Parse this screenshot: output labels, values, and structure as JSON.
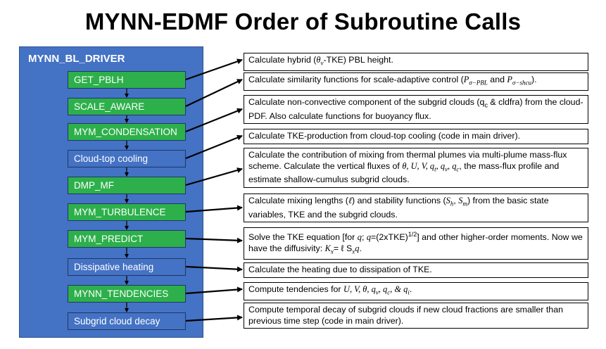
{
  "title": "MYNN-EDMF Order of Subroutine Calls",
  "driver_label": "MYNN_BL_DRIVER",
  "steps": [
    {
      "label": "GET_PBLH",
      "type": "green"
    },
    {
      "label": "SCALE_AWARE",
      "type": "green"
    },
    {
      "label": "MYM_CONDENSATION",
      "type": "green"
    },
    {
      "label": "Cloud-top cooling",
      "type": "blue"
    },
    {
      "label": "DMP_MF",
      "type": "green"
    },
    {
      "label": "MYM_TURBULENCE",
      "type": "green"
    },
    {
      "label": "MYM_PREDICT",
      "type": "green"
    },
    {
      "label": "Dissipative heating",
      "type": "blue"
    },
    {
      "label": "MYNN_TENDENCIES",
      "type": "green"
    },
    {
      "label": "Subgrid cloud decay",
      "type": "blue"
    }
  ],
  "descriptions": {
    "d0": {
      "a": "Calculate hybrid (",
      "theta": "θ",
      "v": "v",
      "b": "-TKE) PBL height."
    },
    "d1": {
      "a": "Calculate similarity functions for scale-adaptive control (",
      "p1": "P",
      "s1": "σ−PBL",
      "mid": " and ",
      "p2": "P",
      "s2": "σ−shcu",
      "b": ")."
    },
    "d2": {
      "a": "Calculate non-convective component of the subgrid clouds (q",
      "c": "c",
      "b": " & cldfra) from the cloud-PDF. Also calculate functions for buoyancy flux."
    },
    "d3": {
      "text": "Calculate TKE-production from cloud-top cooling (code in main driver)."
    },
    "d4": {
      "a": "Calculate the contribution of mixing from thermal plumes via multi-plume mass-flux scheme. Calculate the vertical fluxes of ",
      "vars": "θ, U, V, q",
      "t": "t",
      "c1": ", q",
      "v": "v",
      "c2": ", q",
      "c": "c",
      "b": ", the mass-flux profile and estimate shallow-cumulus subgrid clouds."
    },
    "d5": {
      "a": "Calculate mixing lengths (",
      "l": "ℓ",
      "b": ") and stability functions (",
      "s": "S",
      "h": "h",
      "c": ", ",
      "s2": "S",
      "m": "m",
      "d": ") from the basic state variables, TKE and the subgrid clouds."
    },
    "d6": {
      "a": "Solve the TKE equation [for ",
      "q1": "q",
      "sep": "; ",
      "q2": "q",
      "eq": "=(2xTKE)",
      "pow": "1/2",
      "b": "] and other higher-order moments. Now we have the diffusivity: ",
      "k": "K",
      "x": "x",
      "e": "= ℓ S",
      "x2": "x",
      "qq": "q",
      "end": "."
    },
    "d7": {
      "text": "Calculate the heating due to dissipation of TKE."
    },
    "d8": {
      "a": "Compute tendencies for ",
      "vars": "U, V, θ, q",
      "v": "v",
      "c1": ", q",
      "c": "c",
      "c2": ", & q",
      "i": "i",
      "end": "."
    },
    "d9": {
      "text": "Compute temporal decay of subgrid clouds if new cloud fractions are smaller than previous time step (code in main driver)."
    }
  },
  "colors": {
    "panel": "#4472c4",
    "green_step": "#2db04b",
    "blue_step": "#4472c4"
  }
}
